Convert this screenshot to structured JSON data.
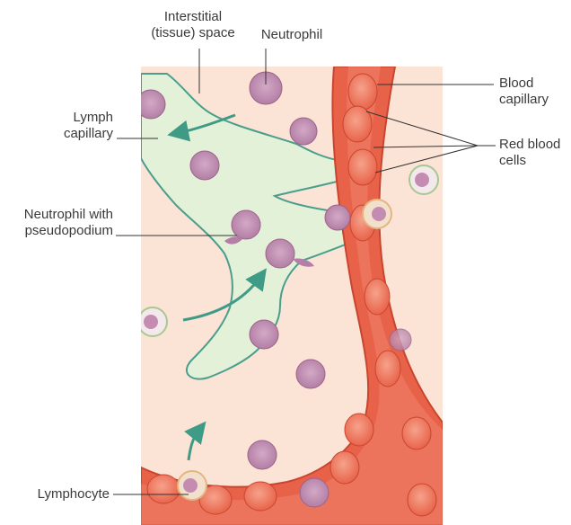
{
  "labels": {
    "interstitial": "Interstitial\n(tissue) space",
    "neutrophil": "Neutrophil",
    "blood_capillary": "Blood\ncapillary",
    "lymph_capillary": "Lymph\ncapillary",
    "red_blood_cells": "Red blood\ncells",
    "neutrophil_pseudopodium": "Neutrophil with\npseudopodium",
    "lymphocyte": "Lymphocyte"
  },
  "colors": {
    "tissue": "#fbe3d6",
    "lymph_fill": "#e4f1d9",
    "lymph_edge": "#4a9e8c",
    "vessel": "#e8624a",
    "vessel_dark": "#c9452e",
    "rbc": "#f0836c",
    "neutrophil": "#b57ea6",
    "leader_line": "#333333"
  }
}
